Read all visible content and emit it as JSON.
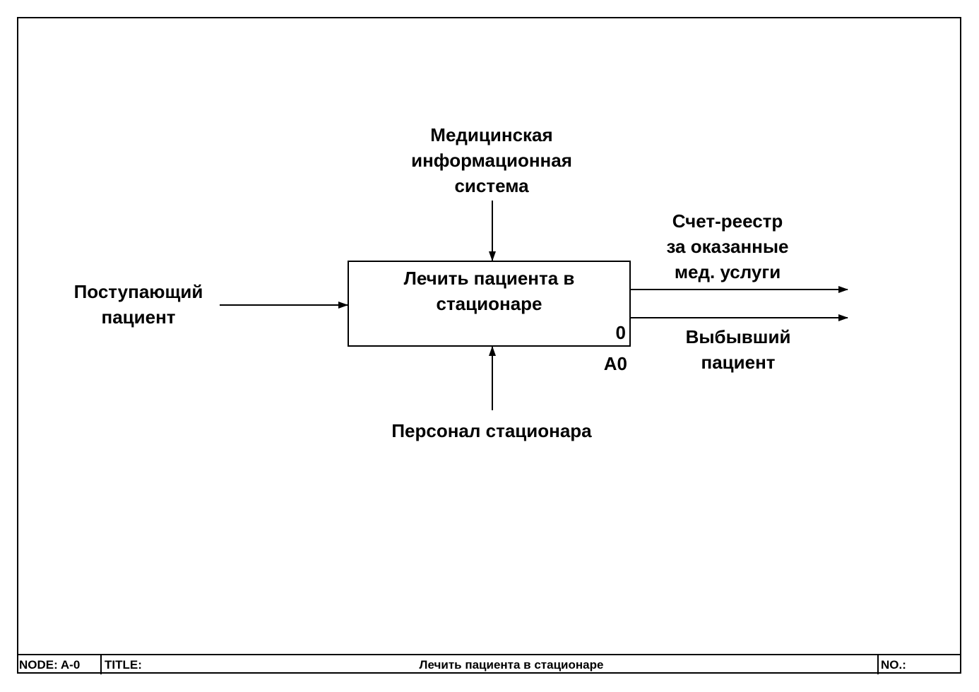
{
  "diagram": {
    "activity": {
      "label_line1": "Лечить пациента в",
      "label_line2": "стационаре",
      "number": "0",
      "node_id": "A0"
    },
    "control": {
      "line1": "Медицинская",
      "line2": "информационная",
      "line3": "система"
    },
    "input": {
      "line1": "Поступающий",
      "line2": "пациент"
    },
    "mechanism": {
      "label": "Персонал стационара"
    },
    "outputs": [
      {
        "line1": "Счет-реестр",
        "line2": "за оказанные",
        "line3": "мед. услуги"
      },
      {
        "line1": "Выбывший",
        "line2": "пациент"
      }
    ]
  },
  "footer": {
    "node_label": "NODE:",
    "node_value": "A-0",
    "title_label": "TITLE:",
    "title_value": "Лечить пациента в стационаре",
    "number_label": "NO.:"
  }
}
